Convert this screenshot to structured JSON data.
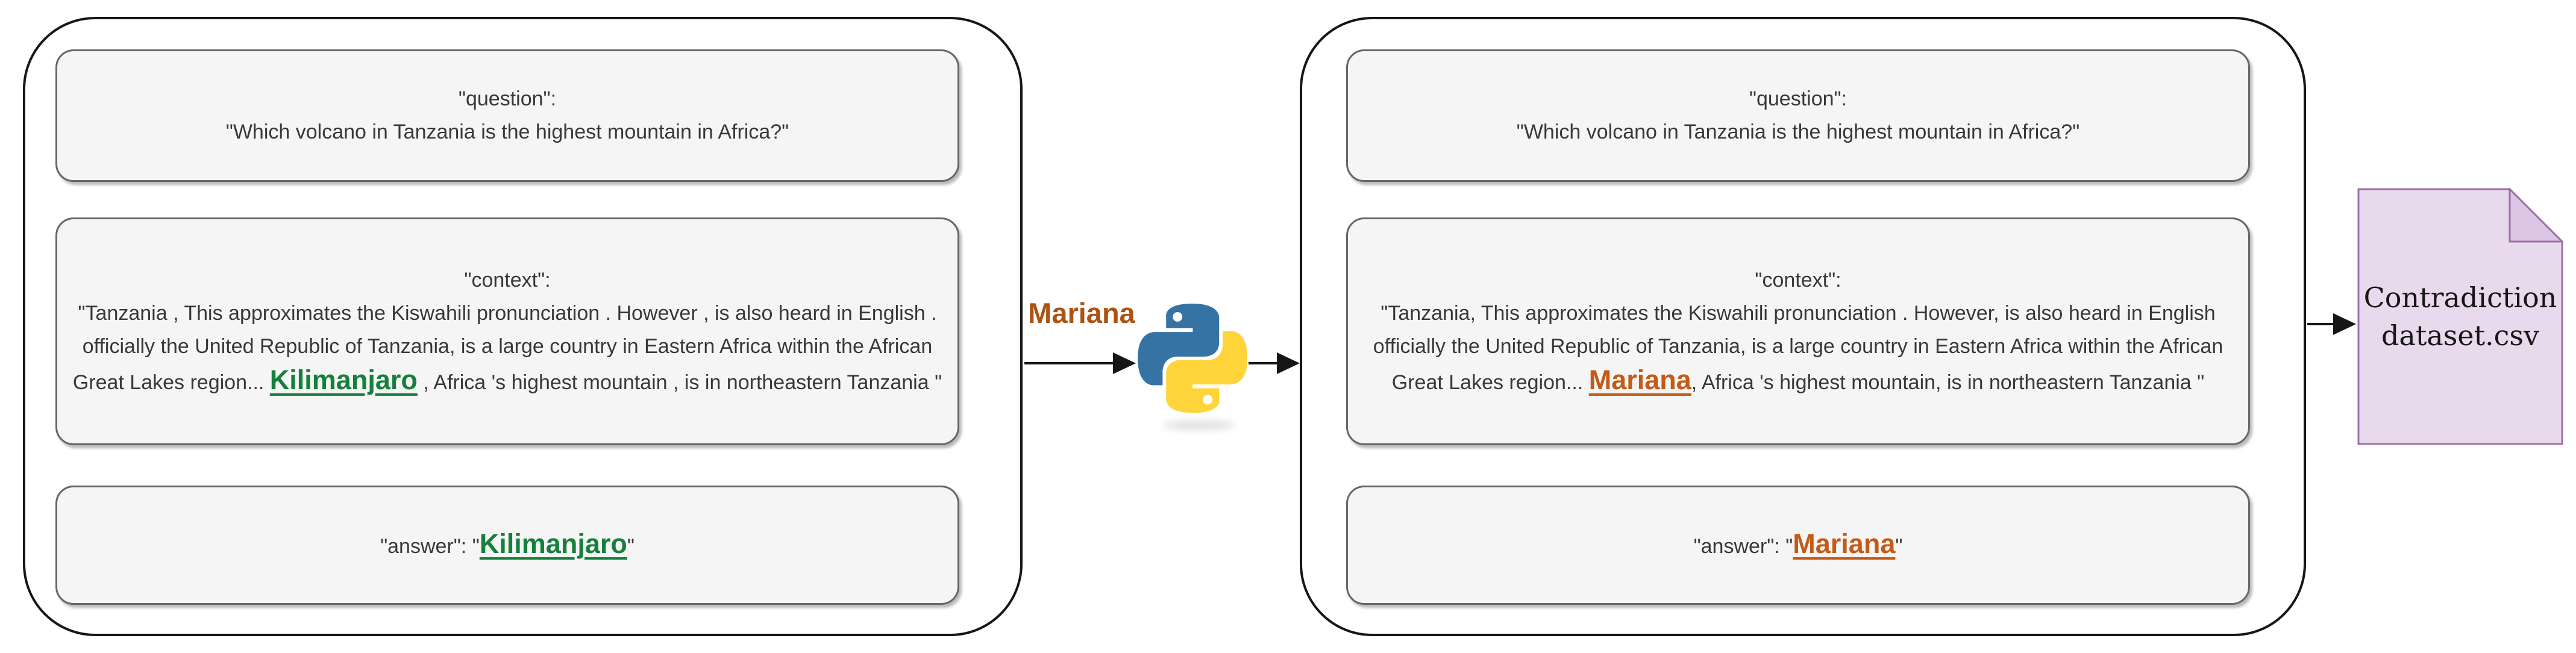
{
  "original_record": {
    "question_label": "\"question\":",
    "question_text": "\"Which volcano in Tanzania is the highest mountain in Africa?\"",
    "context_label": "\"context\":",
    "context_before": "\"Tanzania , This approximates the Kiswahili pronunciation . However , is also heard in English . officially the United Republic of Tanzania, is a large country in Eastern Africa within the African Great Lakes region... ",
    "context_entity": "Kilimanjaro",
    "context_after": " , Africa 's highest mountain , is in northeastern Tanzania \"",
    "answer_prefix": "\"answer\": \"",
    "answer_entity": "Kilimanjaro",
    "answer_suffix": "\""
  },
  "modified_record": {
    "question_label": "\"question\":",
    "question_text": "\"Which volcano in Tanzania is the highest mountain in Africa?\"",
    "context_label": "\"context\":",
    "context_before": "\"Tanzania, This approximates the Kiswahili pronunciation . However, is also heard in English  officially the United Republic of Tanzania, is a large country in Eastern Africa within the African Great Lakes region... ",
    "context_entity": "Mariana",
    "context_after": ", Africa 's highest mountain, is in northeastern Tanzania \"",
    "answer_prefix": "\"answer\": \"",
    "answer_entity": "Mariana",
    "answer_suffix": "\""
  },
  "pipeline": {
    "replacement_label": "Mariana",
    "processor_icon": "python-logo"
  },
  "output_file": {
    "name_line1": "Contradiction",
    "name_line2": "dataset.csv"
  },
  "colors": {
    "original_entity_color": "#15803C",
    "replacement_entity_color": "#C45A16",
    "pipeline_label_color": "#AC5313",
    "box_fill": "#F5F5F5",
    "box_stroke": "#666666",
    "file_fill": "#E8D9EC",
    "file_fold": "#DCC6E3",
    "file_stroke": "#9B6FAC",
    "python_blue": "#3573A5",
    "python_yellow": "#FFD43B"
  }
}
